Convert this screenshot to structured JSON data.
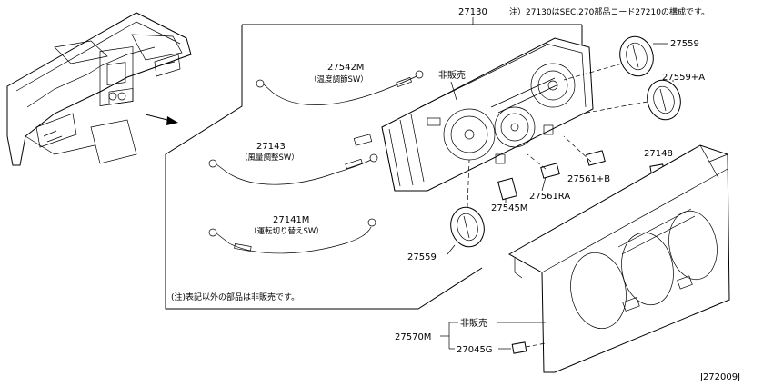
{
  "note_top": "注）27130はSEC.270部品コード27210の構成です。",
  "note_bottom": "(注)表記以外の部品は非販売です。",
  "diagram_code": "J272009J",
  "labels": {
    "assy": "27130",
    "not_sold_upper": "非販売",
    "not_sold_lower": "非販売",
    "knob_top": "27559",
    "knob_a": "27559+A",
    "knob_bottom": "27559",
    "cable_temp": "27542M",
    "cable_temp_desc": "（温度調節SW）",
    "cable_fan": "27143",
    "cable_fan_desc": "（風量調整SW）",
    "cable_mode": "27141M",
    "cable_mode_desc": "（運転切り替えSW）",
    "switch_b": "27561+B",
    "switch_ra": "27561RA",
    "part_27545": "27545M",
    "part_27148": "27148",
    "finisher": "27570M",
    "clip": "27045G"
  }
}
